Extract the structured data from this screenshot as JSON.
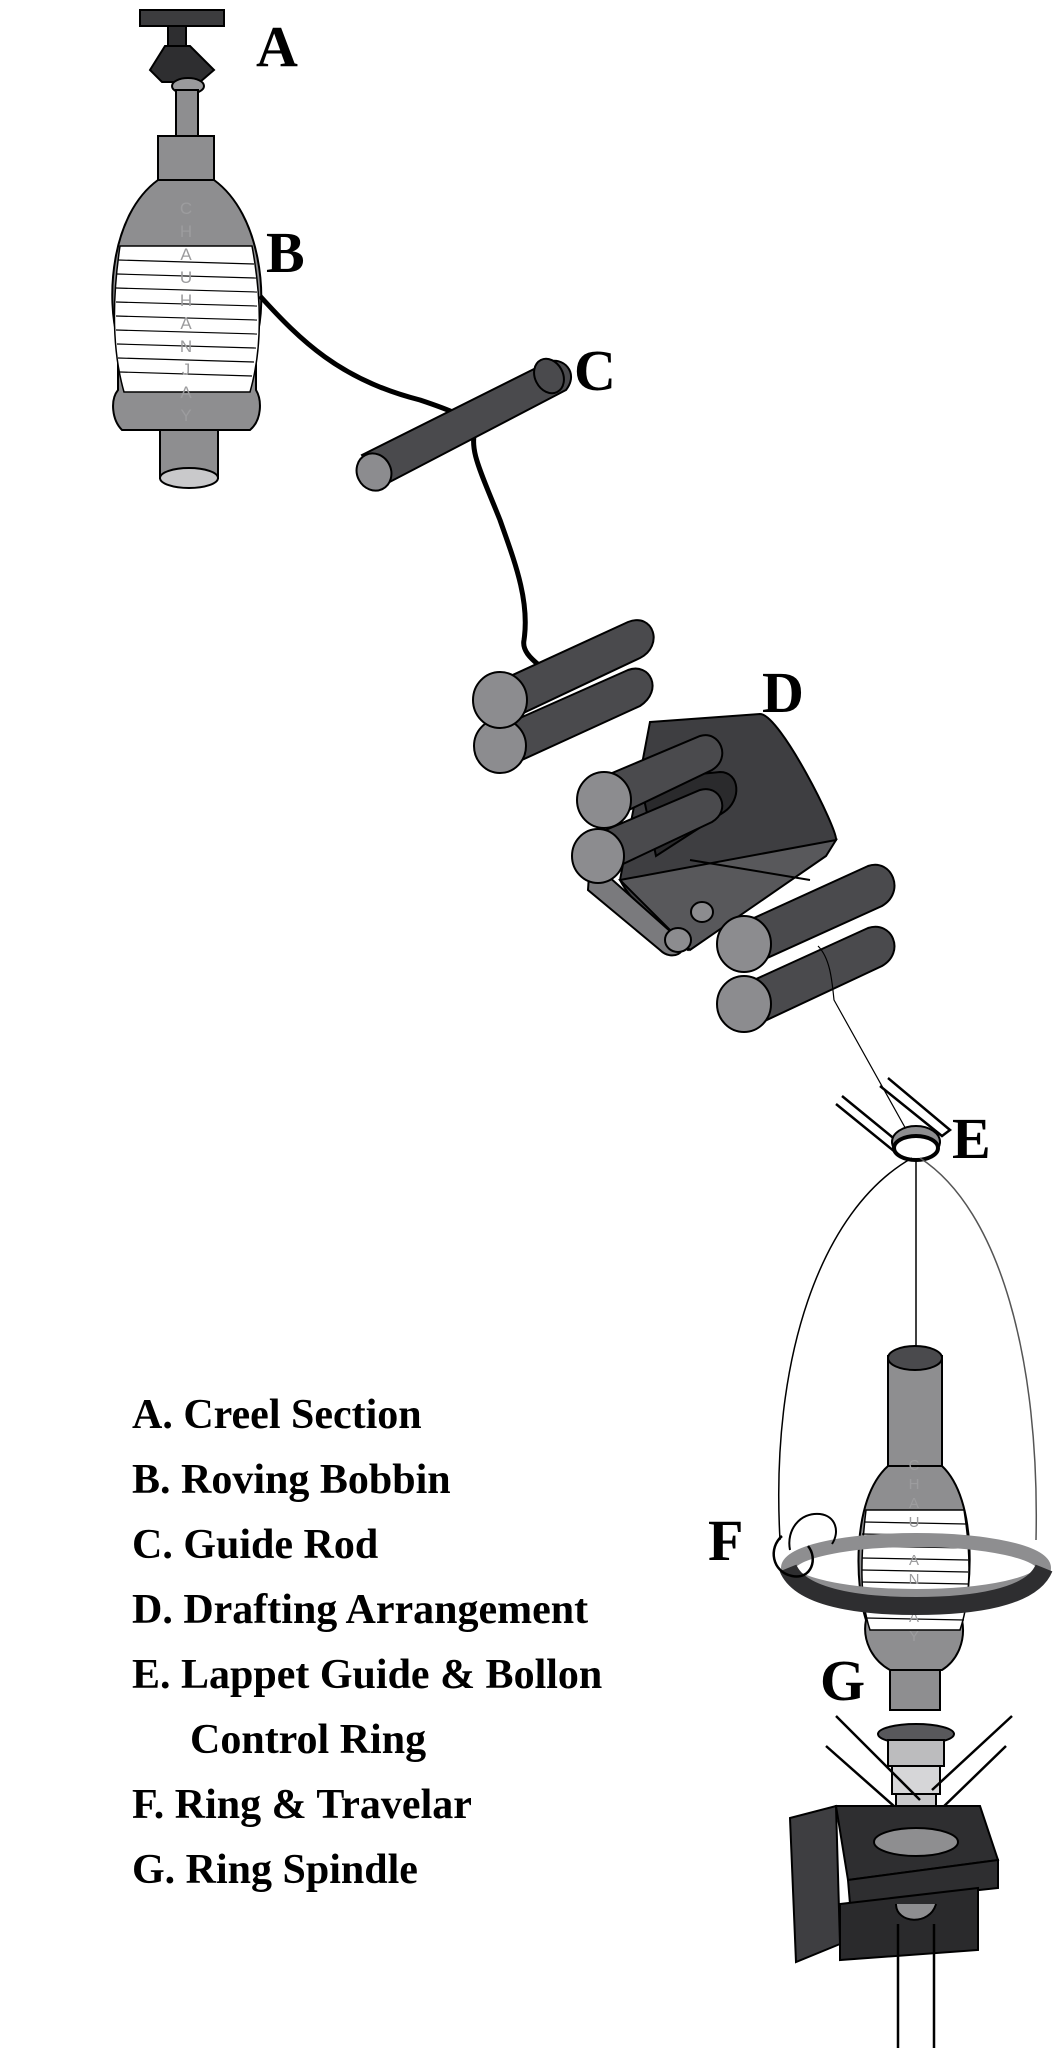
{
  "labels": {
    "a": "A",
    "b": "B",
    "c": "C",
    "d": "D",
    "e": "E",
    "f": "F",
    "g": "G"
  },
  "watermark": {
    "letters": [
      "C",
      "H",
      "A",
      "U",
      "H",
      "A",
      "N",
      "J",
      "A",
      "Y"
    ]
  },
  "legend": {
    "items": [
      "A. Creel Section",
      "B. Roving Bobbin",
      "C. Guide Rod",
      "D. Drafting Arrangement",
      "E. Lappet Guide & Bollon",
      "Control Ring",
      "F. Ring & Travelar",
      "G. Ring Spindle"
    ]
  },
  "colors": {
    "dark": "#2e2e30",
    "mid": "#58585b",
    "roller": "#4a4a4d",
    "roller_end": "#8c8c8f",
    "bobbin": "#8e8e90",
    "bobbin_light": "#c9c9cb",
    "winding": "#ffffff",
    "yarn": "#000000"
  }
}
